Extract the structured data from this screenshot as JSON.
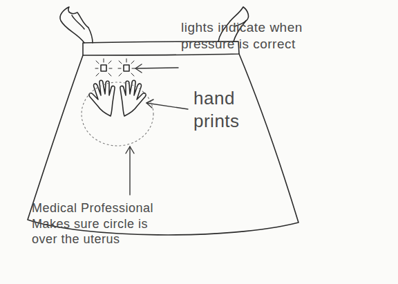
{
  "diagram": {
    "labels": [
      "lights indicate when pressure is correct",
      "hand prints",
      "Medical Professional Makes sure circle is over the uterus"
    ]
  }
}
